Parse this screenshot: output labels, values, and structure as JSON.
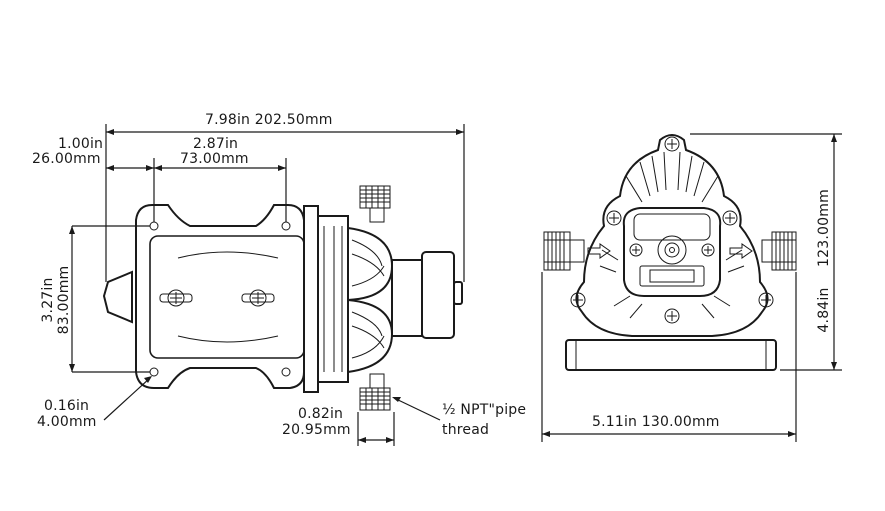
{
  "dimensions": {
    "overall_length": "7.98in  202.50mm",
    "mount_offset_in": "1.00in",
    "mount_offset_mm": "26.00mm",
    "mount_spacing_in": "2.87in",
    "mount_spacing_mm": "73.00mm",
    "mount_height_in": "3.27in",
    "mount_height_mm": "83.00mm",
    "hole_dia_in": "0.16in",
    "hole_dia_mm": "4.00mm",
    "port_width_in": "0.82in",
    "port_width_mm": "20.95mm",
    "thread_label_1": "½ NPT\"pipe",
    "thread_label_2": "thread",
    "front_width": "5.11in  130.00mm",
    "front_height_mm": "123.00mm",
    "front_height_in": "4.84in"
  },
  "colors": {
    "line": "#1a1a1a",
    "background": "#ffffff"
  }
}
